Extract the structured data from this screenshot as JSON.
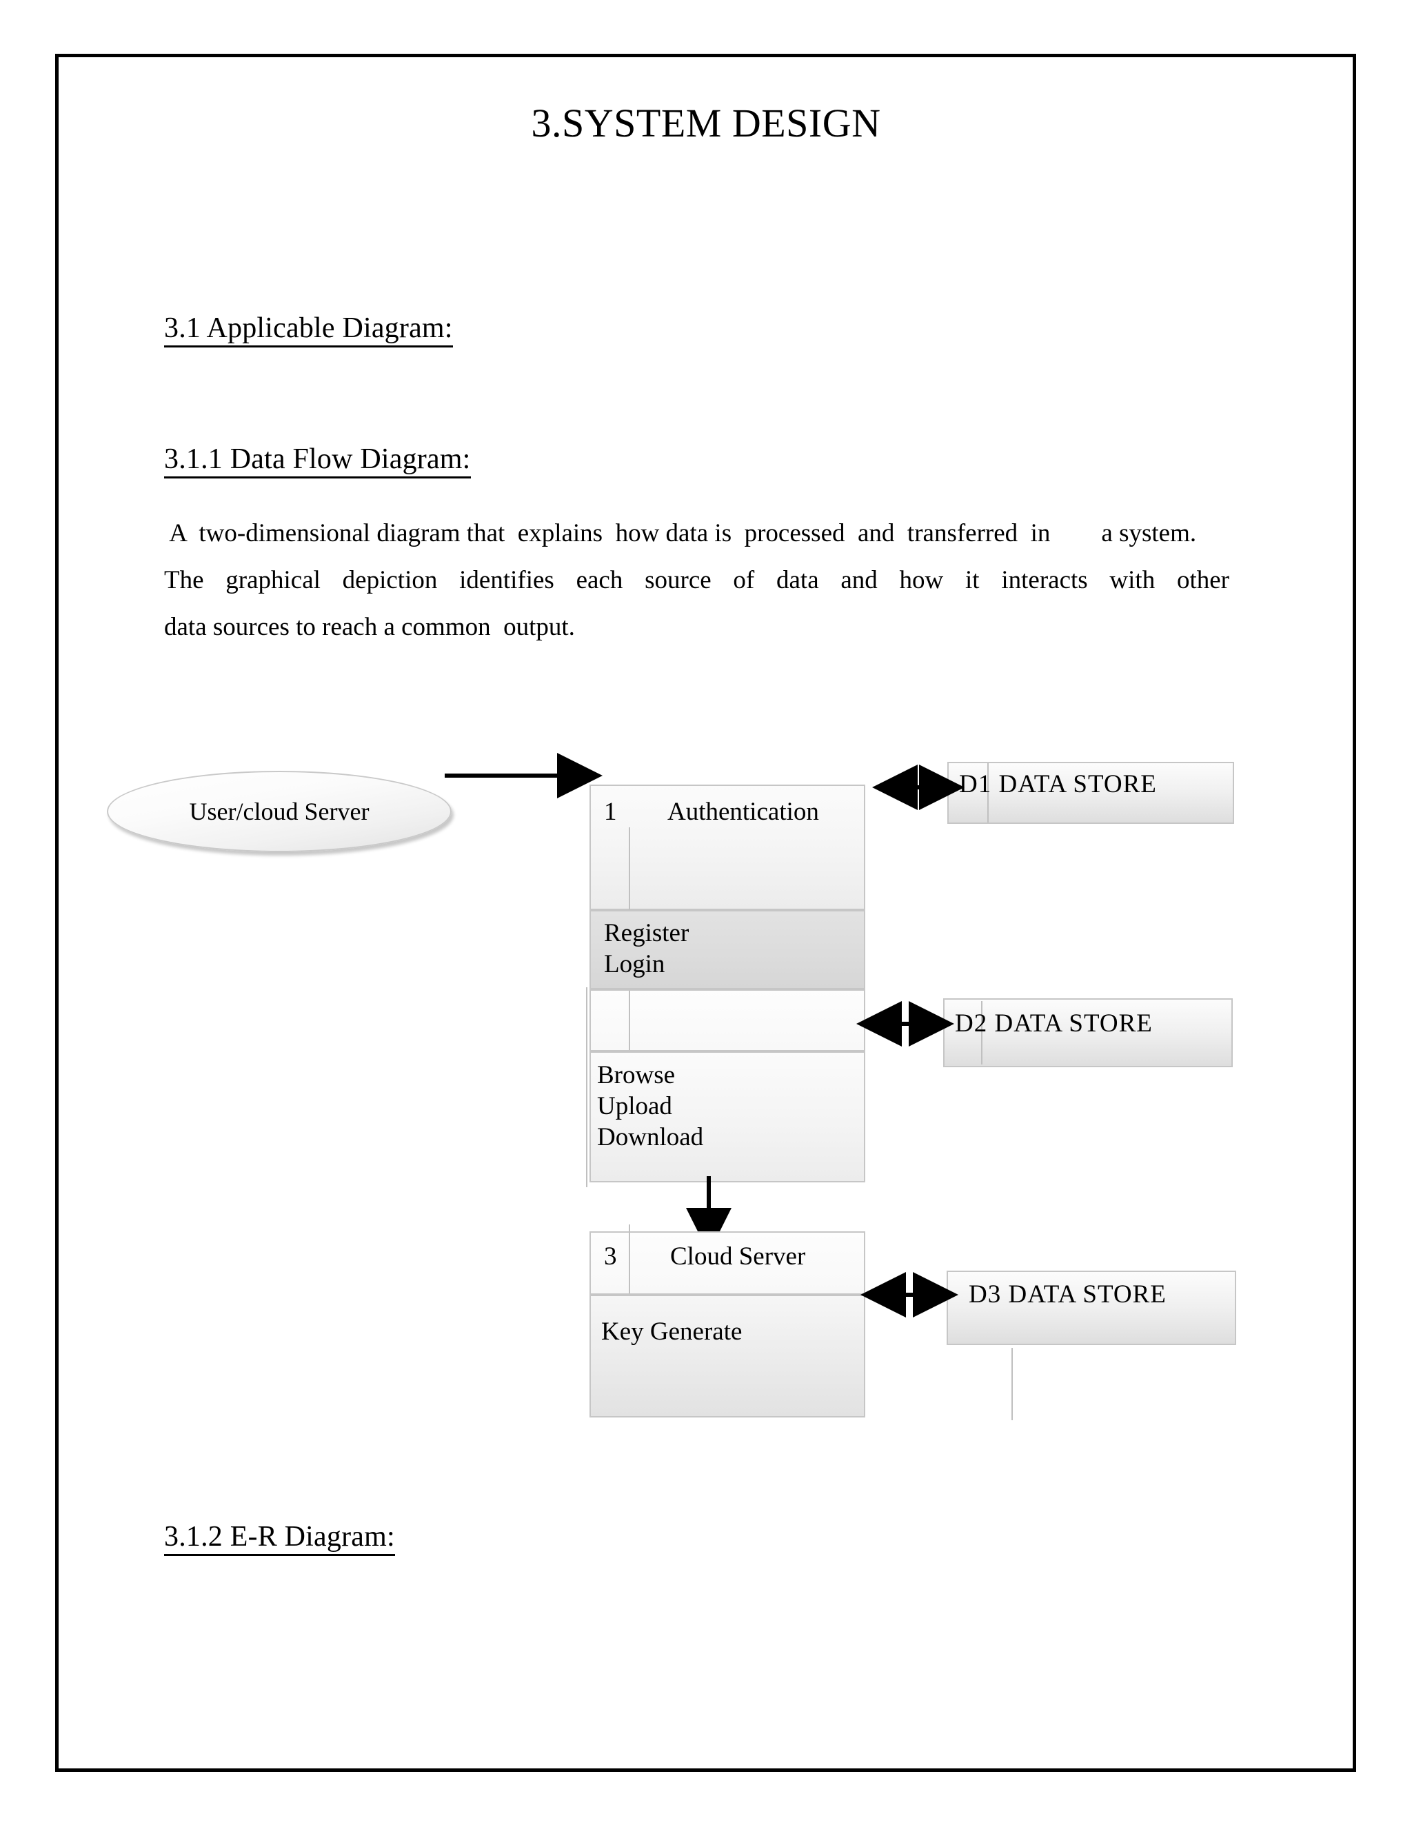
{
  "document": {
    "title": "3.SYSTEM DESIGN",
    "headings": {
      "applicable": "3.1 Applicable Diagram:",
      "data_flow": "3.1.1 Data Flow Diagram:",
      "er": "3.1.2 E-R Diagram:"
    },
    "paragraph": {
      "line1": " A  two-dimensional diagram that  explains  how data is  processed  and  transferred  in        a system.",
      "line2": "The    graphical    depiction   identifies    each    source    of    data    and    how    it    interacts    with    other",
      "line3": "data sources to reach a common  output."
    }
  },
  "diagram": {
    "type": "data-flow-diagram",
    "external_entity": {
      "id": "user-cloud-server",
      "label": "User/cloud  Server",
      "shape": "ellipse"
    },
    "processes": [
      {
        "id": "authentication",
        "number": "1",
        "name": "Authentication",
        "functions_top": "Register\nLogin",
        "functions_bottom": "Browse\nUpload\nDownload"
      },
      {
        "id": "cloud-server",
        "number": "3",
        "name": "Cloud  Server",
        "functions": "Key Generate"
      }
    ],
    "data_stores": [
      {
        "id": "d1",
        "code": "D1",
        "label": "DATA STORE",
        "full": "D1  DATA  STORE"
      },
      {
        "id": "d2",
        "code": "D2",
        "label": "DATA STORE",
        "full": "D2  DATA  STORE"
      },
      {
        "id": "d3",
        "code": "D3",
        "label": "DATA STORE",
        "full": "D3 DATA STORE"
      }
    ],
    "flows": [
      {
        "id": "entity-to-auth",
        "from": "user-cloud-server",
        "to": "authentication",
        "direction": "one-way",
        "orientation": "horizontal"
      },
      {
        "id": "auth-to-d1",
        "from": "authentication",
        "to": "d1",
        "direction": "two-way",
        "orientation": "horizontal"
      },
      {
        "id": "auth-to-d2",
        "from": "authentication",
        "to": "d2",
        "direction": "two-way",
        "orientation": "horizontal"
      },
      {
        "id": "auth-to-cloud",
        "from": "authentication",
        "to": "cloud-server",
        "direction": "one-way",
        "orientation": "vertical"
      },
      {
        "id": "cloud-to-d3",
        "from": "cloud-server",
        "to": "d3",
        "direction": "two-way",
        "orientation": "horizontal"
      }
    ]
  },
  "colors": {
    "page_border": "#000000",
    "shape_border": "#c6c6c6",
    "arrow": "#000000",
    "text": "#000000"
  }
}
